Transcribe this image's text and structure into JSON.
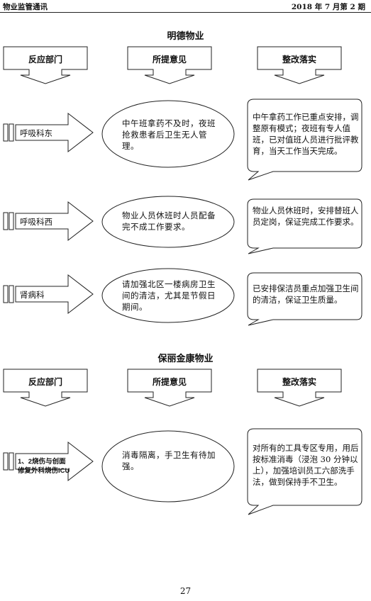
{
  "header": {
    "left": "物业监管通讯",
    "right": "2018 年 7 月第 2 期"
  },
  "sections": [
    {
      "title": "明德物业",
      "columns": [
        "反应部门",
        "所提意见",
        "整改落实"
      ],
      "rows": [
        {
          "dept": "呼吸科东",
          "opinion": "中午班拿药不及时，夜班抢救患者后卫生无人管理。",
          "fix": "中午拿药工作已重点安排，调整原有模式；夜班有专人值班，已对值班人员进行批评教育，当天工作当天完成。"
        },
        {
          "dept": "呼吸科西",
          "opinion": "物业人员休班时人员配备完不成工作要求。",
          "fix": "物业人员休班时，安排替班人员定岗，保证完成工作要求。"
        },
        {
          "dept": "肾病科",
          "opinion": "请加强北区一楼病房卫生间的清洁，尤其是节假日期间。",
          "fix": "已安排保洁员重点加强卫生间的清洁，保证卫生质量。"
        }
      ]
    },
    {
      "title": "保丽金康物业",
      "columns": [
        "反应部门",
        "所提意见",
        "整改落实"
      ],
      "rows": [
        {
          "dept": "1、2烧伤与创面修复外科烧伤ICU",
          "opinion": "消毒隔离，手卫生有待加强。",
          "fix": "对所有的工具专区专用，用后按标准消毒（浸泡 30 分钟以上），加强培训员工六部洗手法，做到保持手不卫生。"
        }
      ]
    }
  ],
  "page_number": "27"
}
